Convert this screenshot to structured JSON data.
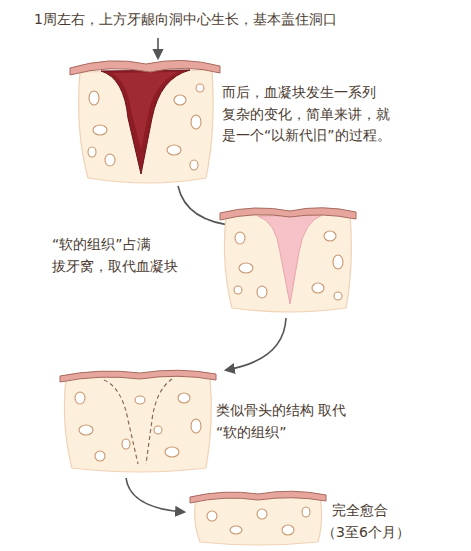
{
  "diagram": {
    "labels": [
      "1周左右，上方牙龈向洞中心生长，基本盖住洞口",
      "而后，血凝块发生一系列 复杂的变化，简单来讲，就 是一个“以新代旧”的过程。",
      "“软的组织”占满 拔牙窝，取代血凝块",
      "类似骨头的结构 取代“软的组织”",
      "完全愈合",
      "（3至6个月）"
    ]
  }
}
